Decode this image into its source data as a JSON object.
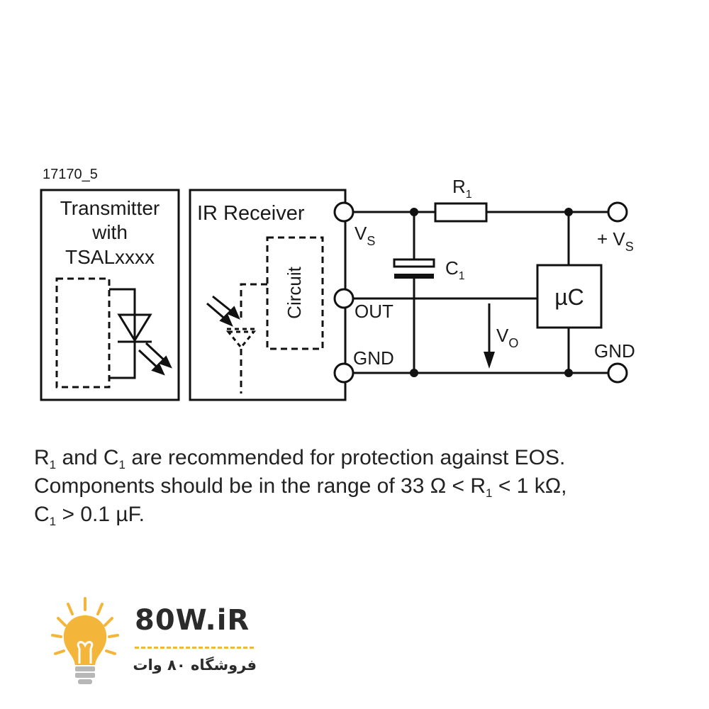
{
  "diagram": {
    "figure_id": "17170_5",
    "transmitter": {
      "line1": "Transmitter",
      "line2": "with",
      "line3": "TSALxxxx"
    },
    "receiver": {
      "title": "IR Receiver",
      "circuit_label": "Circuit"
    },
    "pins": {
      "vs": "V",
      "vs_sub": "S",
      "out": "OUT",
      "gnd": "GND"
    },
    "resistor": {
      "label": "R",
      "sub": "1"
    },
    "capacitor": {
      "label": "C",
      "sub": "1"
    },
    "microcontroller": {
      "label": "µC"
    },
    "vo": {
      "label": "V",
      "sub": "O"
    },
    "supply": {
      "label": "+ V",
      "sub": "S"
    },
    "ground": {
      "label": "GND"
    }
  },
  "note": {
    "line1": {
      "a": "R",
      "a_sub": "1",
      "b": " and C",
      "b_sub": "1",
      "c": " are recommended for protection against EOS."
    },
    "line2": {
      "a": "Components should be in the range of 33 Ω < R",
      "a_sub": "1",
      "b": " < 1 kΩ,"
    },
    "line3": {
      "a": "C",
      "a_sub": "1",
      "b": " > 0.1 µF."
    }
  },
  "brand": {
    "name": "80W.iR",
    "tagline": "فروشگاه ۸۰ وات",
    "colors": {
      "bulb": "#f3b53a",
      "text": "#2b2b2b",
      "rays": "#f3b53a"
    }
  }
}
